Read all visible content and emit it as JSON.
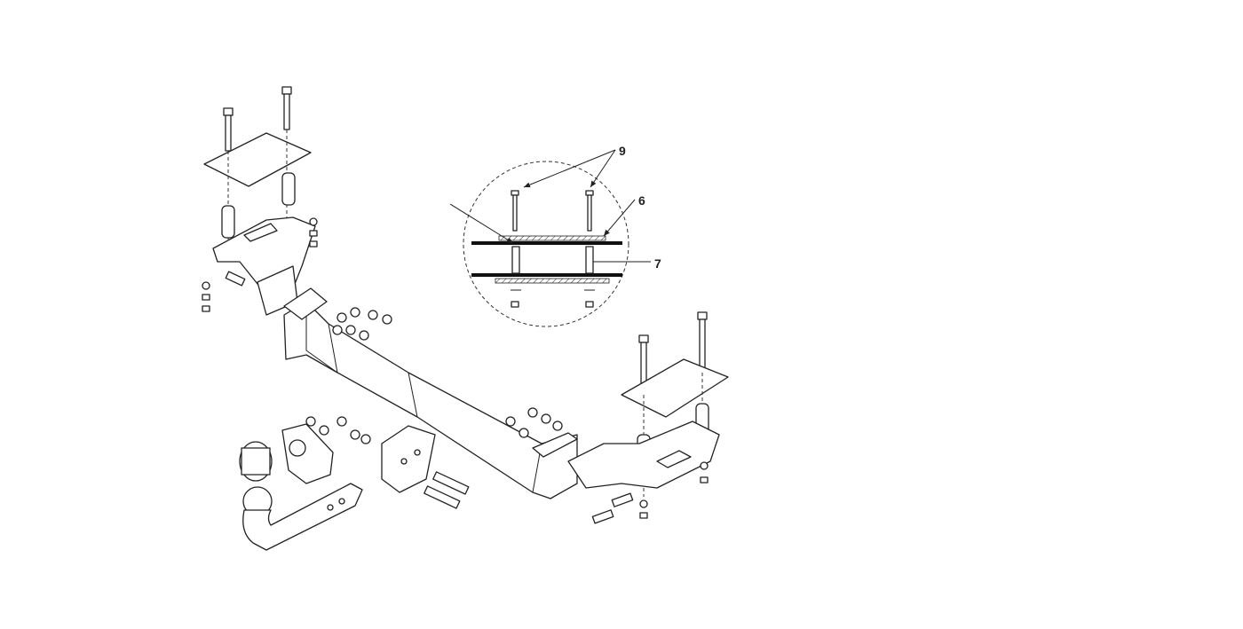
{
  "diagram": {
    "type": "exploded-view technical drawing (tow bar assembly)",
    "callouts": [
      {
        "id": "callout-9",
        "label": "9"
      },
      {
        "id": "callout-6",
        "label": "6"
      },
      {
        "id": "callout-7",
        "label": "7"
      }
    ]
  }
}
